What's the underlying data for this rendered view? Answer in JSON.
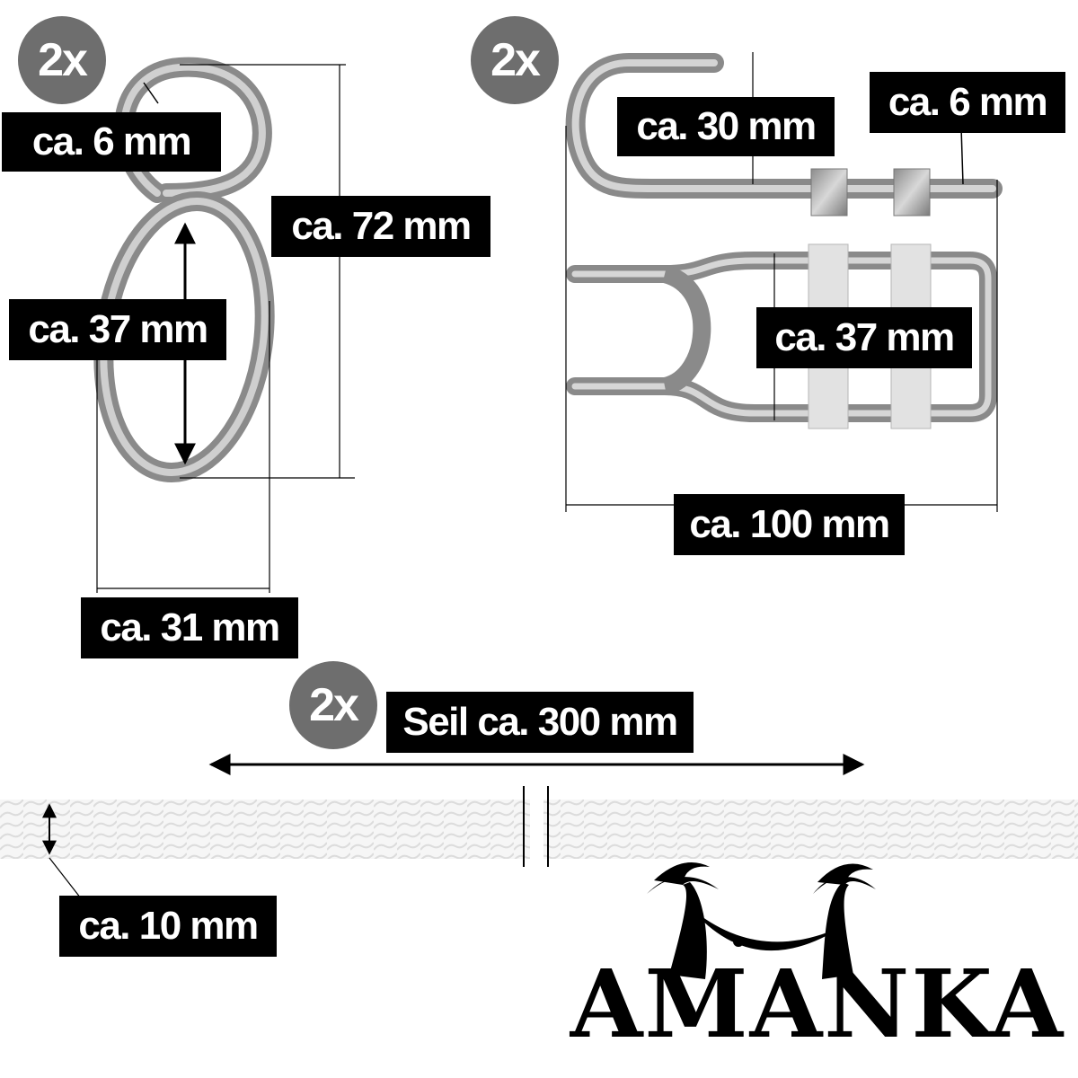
{
  "carabiner": {
    "quantity": "2x",
    "wire_diameter": "ca. 6 mm",
    "total_length": "ca. 72 mm",
    "inner_length": "ca. 37 mm",
    "width": "ca. 31 mm"
  },
  "clip": {
    "quantity": "2x",
    "hook_length": "ca. 30 mm",
    "wire_diameter": "ca. 6 mm",
    "width": "ca. 37 mm",
    "length": "ca. 100 mm"
  },
  "rope": {
    "quantity": "2x",
    "length": "Seil  ca. 300 mm",
    "diameter": "ca. 10 mm",
    "color": "#f4f4f4"
  },
  "brand": {
    "logo_text": "AMANKA",
    "logo_icon": "palm-hammock-logo"
  },
  "colors": {
    "badge": "#6e6e6e",
    "label_bg": "#000000",
    "label_text": "#ffffff",
    "metal": "#a9a9a9"
  }
}
